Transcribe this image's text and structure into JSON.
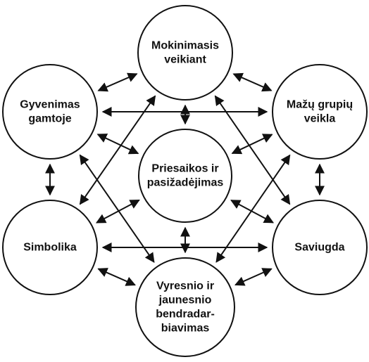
{
  "nodes": [
    {
      "id": "mokinimasis",
      "lines": [
        "Mokinimasis",
        "veikiant"
      ]
    },
    {
      "id": "gyvenimas",
      "lines": [
        "Gyvenimas",
        "gamtoje"
      ]
    },
    {
      "id": "mazu",
      "lines": [
        "Mažų grupių",
        "veikla"
      ]
    },
    {
      "id": "priesaikos",
      "lines": [
        "Priesaikos ir",
        "pasižadėjimas"
      ]
    },
    {
      "id": "simbolika",
      "lines": [
        "Simbolika"
      ]
    },
    {
      "id": "saviugda",
      "lines": [
        "Saviugda"
      ]
    },
    {
      "id": "vyresnio",
      "lines": [
        "Vyresnio ir",
        "jaunesnio",
        "bendradar-",
        "biavimas"
      ]
    }
  ],
  "edges": [
    [
      "mokinimasis",
      "gyvenimas"
    ],
    [
      "mokinimasis",
      "mazu"
    ],
    [
      "mokinimasis",
      "priesaikos"
    ],
    [
      "mokinimasis",
      "simbolika"
    ],
    [
      "mokinimasis",
      "saviugda"
    ],
    [
      "gyvenimas",
      "mazu"
    ],
    [
      "gyvenimas",
      "priesaikos"
    ],
    [
      "gyvenimas",
      "simbolika"
    ],
    [
      "gyvenimas",
      "vyresnio"
    ],
    [
      "mazu",
      "priesaikos"
    ],
    [
      "mazu",
      "saviugda"
    ],
    [
      "mazu",
      "vyresnio"
    ],
    [
      "simbolika",
      "priesaikos"
    ],
    [
      "simbolika",
      "saviugda"
    ],
    [
      "simbolika",
      "vyresnio"
    ],
    [
      "saviugda",
      "priesaikos"
    ],
    [
      "saviugda",
      "vyresnio"
    ],
    [
      "priesaikos",
      "vyresnio"
    ]
  ]
}
